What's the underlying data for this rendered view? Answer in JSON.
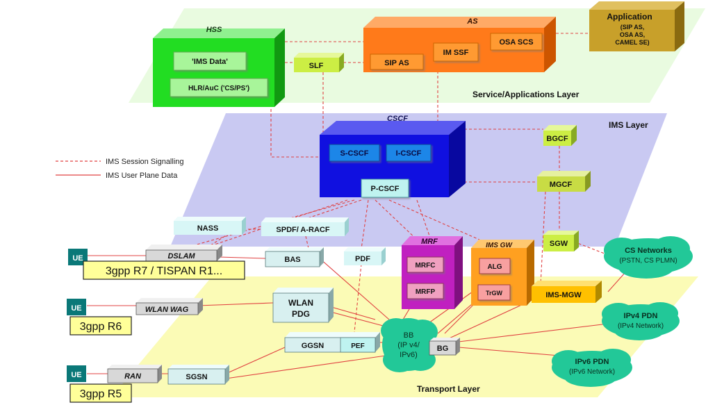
{
  "layers": {
    "service": "Service/Applications Layer",
    "ims": "IMS Layer",
    "transport": "Transport Layer"
  },
  "legend": {
    "signalling": "IMS Session Signalling",
    "user_plane": "IMS User Plane Data"
  },
  "hss": {
    "title": "HSS",
    "ims_data": "'IMS Data'",
    "hlr": "HLR/AuC ('CS/PS')"
  },
  "slf": "SLF",
  "as": {
    "title": "AS",
    "sip_as": "SIP AS",
    "im_ssf": "IM SSF",
    "osa_scs": "OSA SCS"
  },
  "application": {
    "title": "Application",
    "line1": "(SIP AS,",
    "line2": "OSA AS,",
    "line3": "CAMEL SE)"
  },
  "cscf": {
    "title": "CSCF",
    "s_cscf": "S-CSCF",
    "i_cscf": "I-CSCF",
    "p_cscf": "P-CSCF"
  },
  "bgcf": "BGCF",
  "mgcf": "MGCF",
  "sgw": "SGW",
  "nass": "NASS",
  "spdf": "SPDF/ A-RACF",
  "dslam": "DSLAM",
  "bas": "BAS",
  "pdf": "PDF",
  "mrf": {
    "title": "MRF",
    "mrfc": "MRFC",
    "mrfp": "MRFP"
  },
  "ims_gw": {
    "title": "IMS GW",
    "alg": "ALG",
    "trgw": "TrGW"
  },
  "ims_mgw": "IMS-MGW",
  "cs_networks": {
    "title": "CS Networks",
    "sub": "(PSTN, CS PLMN)"
  },
  "ipv4_pdn": {
    "title": "IPv4 PDN",
    "sub": "(IPv4 Network)"
  },
  "ipv6_pdn": {
    "title": "IPv6 PDN",
    "sub": "(IPv6 Network)"
  },
  "wlan_wag": "WLAN WAG",
  "wlan_pdg": {
    "line1": "WLAN",
    "line2": "PDG"
  },
  "ggsn": "GGSN",
  "pef": "PEF",
  "bb": {
    "line1": "BB",
    "line2": "(IP v4/",
    "line3": "IPv6)"
  },
  "bg": "BG",
  "ran": "RAN",
  "sgsn": "SGSN",
  "ue_label": "UE",
  "releases": {
    "r7": "3gpp R7  /  TISPAN R1...",
    "r6": "3gpp R6",
    "r5": "3gpp R5"
  },
  "colors": {
    "service_layer": "#e9fbe0",
    "ims_layer": "#c9c9f2",
    "transport_layer": "#fbfbb6",
    "hss": "#22dd22",
    "as": "#ff7a1a",
    "application": "#c8a02a",
    "cscf": "#1010e0",
    "cscf_inner": "#1c86e8",
    "mrf": "#c020c0",
    "ims_gw": "#ffa020",
    "yellow_green": "#ccee44",
    "cyan_box": "#d8f6f6",
    "gray_box": "#d8d8d8",
    "cloud": "#22c898",
    "release_box": "#ffff99",
    "ue": "#0a7878",
    "signal_line": "#e04040"
  }
}
